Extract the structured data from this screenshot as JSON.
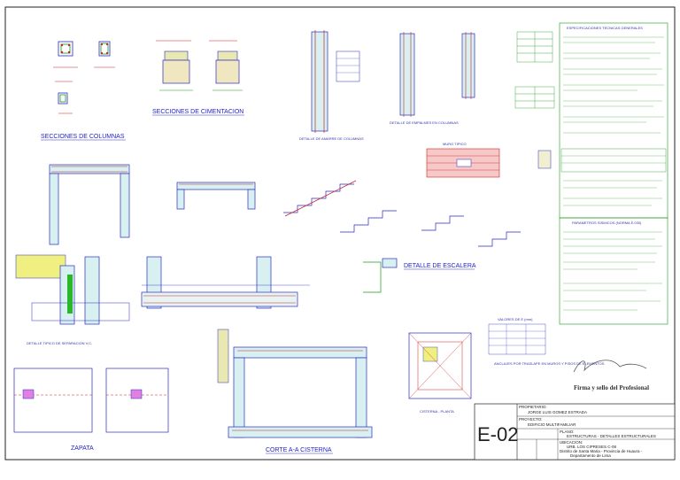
{
  "sheet": {
    "code": "E-02",
    "signature_caption": "Firma y sello del Profesional"
  },
  "views": {
    "columnas": "SECCIONES DE COLUMNAS",
    "cimentacion": "SECCIONES DE CIMENTACION",
    "amarre": "DETALLE DE AMARRE DE COLUMNAS",
    "empalme": "DETALLE DE EMPALMES EN COLUMNAS",
    "escalera": "DETALLE DE ESCALERA",
    "tabique": "DETALLE TIPICO DE SEPARACION V.C.",
    "zapata": "ZAPATA",
    "corte_cisterna": "CORTE A-A CISTERNA",
    "cisterna_planta": "CISTERNA - PLANTA",
    "anclaje": "ANCLAJES POR TRASLAPE EN MUROS Y PISOS DE ELEMENTOS",
    "muro_tipico": "MURO TIPICO",
    "valores_tabla": "VALORES DE E (mm)"
  },
  "specs": {
    "title": "ESPECIFICACIONES TECNICAS GENERALES",
    "subtitle": "PARAMETROS SISMICOS (NORMA E.030)"
  },
  "title_block": {
    "prop_label": "PROPIETARIO:",
    "owner": "JORGE LUIS GOMEZ ESTRADA",
    "project_label": "PROYECTO:",
    "project": "EDIFICIO MULTIFAMILIAR",
    "plan_label": "PLANO:",
    "plan": "ESTRUCTURAS - DETALLES ESTRUCTURALES",
    "location_label": "UBICACION:",
    "location_1": "URB. LOS CIPRESES C-08",
    "location_2": "Distrito de Santa Maria - Provincia de Huaura -",
    "location_3": "Departamento de Lima"
  }
}
